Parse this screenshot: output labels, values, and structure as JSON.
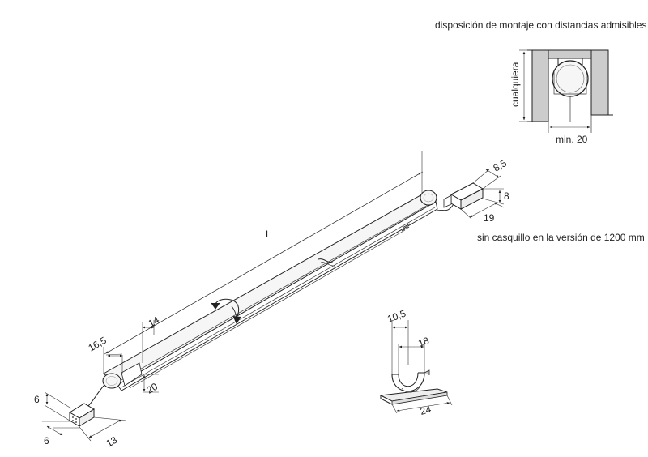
{
  "labels": {
    "mounting_title": "disposición de montaje con distancias admisibles",
    "any_height": "cualquiera",
    "min_gap": "min. 20",
    "no_cap_note": "sin casquillo en la versión de 1200 mm"
  },
  "dimensions": {
    "length": "L",
    "connector_right_depth": "8,5",
    "connector_right_height": "8",
    "connector_right_length": "19",
    "end_offset": "16,5",
    "profile_width": "14",
    "profile_height": "20",
    "connector_left_height": "6",
    "connector_left_width": "6",
    "connector_left_length": "13",
    "clip_inner": "10,5",
    "clip_outer": "18",
    "clip_base": "24"
  },
  "colors": {
    "line": "#222222",
    "wall_fill": "#cccccc",
    "tube_fill": "#f6f6f6"
  }
}
